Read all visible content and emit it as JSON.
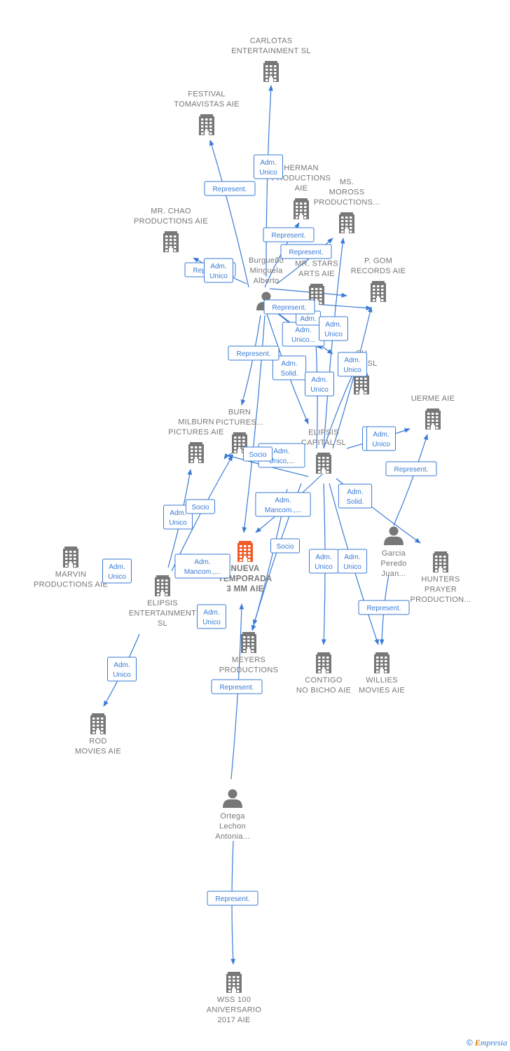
{
  "colors": {
    "edge": "#3a7bd5",
    "company": "#777777",
    "main_company": "#f05a28",
    "person": "#777777"
  },
  "nodes": [
    {
      "id": "carlotas",
      "kind": "company",
      "lines": [
        "CARLOTAS",
        "ENTERTAINMENT SL"
      ]
    },
    {
      "id": "festival",
      "kind": "company",
      "lines": [
        "FESTIVAL",
        "TOMAVISTAS AIE"
      ]
    },
    {
      "id": "herman",
      "kind": "company",
      "lines": [
        "HERMAN",
        "PRODUCTIONS",
        "AIE"
      ]
    },
    {
      "id": "moross",
      "kind": "company",
      "lines": [
        "MS.",
        "MOROSS",
        "PRODUCTIONS..."
      ]
    },
    {
      "id": "chao",
      "kind": "company",
      "lines": [
        "MR.  CHAO",
        "PRODUCTIONS AIE"
      ]
    },
    {
      "id": "burgueno",
      "kind": "person",
      "lines": [
        "Burgueño",
        "Minguela",
        "Alberto"
      ]
    },
    {
      "id": "gom",
      "kind": "company",
      "lines": [
        "P.  GOM",
        "RECORDS  AIE"
      ]
    },
    {
      "id": "stars",
      "kind": "company",
      "lines": [
        "MR.  STARS",
        "ARTS  AIE"
      ]
    },
    {
      "id": "chsl",
      "kind": "company",
      "lines": [
        "CH",
        "M...N  SL"
      ]
    },
    {
      "id": "uerme",
      "kind": "company",
      "lines": [
        "UERME AIE"
      ]
    },
    {
      "id": "milburn",
      "kind": "company",
      "lines": [
        "MILBURN",
        "PICTURES  AIE"
      ]
    },
    {
      "id": "burn",
      "kind": "company",
      "lines": [
        "BURN",
        "PICTURES..."
      ]
    },
    {
      "id": "elipsis_capital",
      "kind": "company",
      "lines": [
        "ELIPSIS",
        "CAPITAL  SL"
      ]
    },
    {
      "id": "garcia",
      "kind": "person",
      "lines": [
        "Garcia",
        "Peredo",
        "Juan..."
      ]
    },
    {
      "id": "hunters",
      "kind": "company",
      "lines": [
        "HUNTERS",
        "PRAYER",
        "PRODUCTION..."
      ]
    },
    {
      "id": "marvin",
      "kind": "company",
      "lines": [
        "MARVIN",
        "PRODUCTIONS AIE"
      ]
    },
    {
      "id": "nueva",
      "kind": "main",
      "lines": [
        "NUEVA",
        "TEMPORADA",
        "3 MM AIE"
      ]
    },
    {
      "id": "elipsis_ent",
      "kind": "company",
      "lines": [
        "ELIPSIS",
        "ENTERTAINMENT",
        "SL"
      ]
    },
    {
      "id": "meyers",
      "kind": "company",
      "lines": [
        "MEYERS",
        "PRODUCTIONS"
      ]
    },
    {
      "id": "contigo",
      "kind": "company",
      "lines": [
        "CONTIGO",
        "NO BICHO  AIE"
      ]
    },
    {
      "id": "willies",
      "kind": "company",
      "lines": [
        "WILLIES",
        "MOVIES  AIE"
      ]
    },
    {
      "id": "rod",
      "kind": "company",
      "lines": [
        "ROD",
        "MOVIES  AIE"
      ]
    },
    {
      "id": "ortega",
      "kind": "person",
      "lines": [
        "Ortega",
        "Lechon",
        "Antonia..."
      ]
    },
    {
      "id": "wss",
      "kind": "company",
      "lines": [
        "WSS 100",
        "ANIVERSARIO",
        "2017 AIE"
      ]
    }
  ],
  "edge_labels": [
    {
      "lines": [
        "Adm.",
        "Unico"
      ]
    },
    {
      "lines": [
        "Represent."
      ]
    },
    {
      "lines": [
        "Represent."
      ]
    },
    {
      "lines": [
        "Represent."
      ]
    },
    {
      "lines": [
        "Adm.",
        "Unico"
      ]
    },
    {
      "lines": [
        "Represent."
      ]
    },
    {
      "lines": [
        "Adm.",
        "Unico..."
      ]
    },
    {
      "lines": [
        "Adm."
      ]
    },
    {
      "lines": [
        "Adm.",
        "Unico"
      ]
    },
    {
      "lines": [
        "Represent."
      ]
    },
    {
      "lines": [
        "Adm.",
        "Solid."
      ]
    },
    {
      "lines": [
        "Adm.",
        "Unico"
      ]
    },
    {
      "lines": [
        "Adm.",
        "Unico"
      ]
    },
    {
      "lines": [
        "Represent."
      ]
    },
    {
      "lines": [
        "Adm.",
        "Unico,..."
      ]
    },
    {
      "lines": [
        "Socio"
      ]
    },
    {
      "lines": [
        "Adm.",
        "Unico"
      ]
    },
    {
      "lines": [
        "Represent."
      ]
    },
    {
      "lines": [
        "Adm.",
        "Solid."
      ]
    },
    {
      "lines": [
        "Adm.",
        "Unico"
      ]
    },
    {
      "lines": [
        "Adm.",
        "Mancom.,..."
      ]
    },
    {
      "lines": [
        "Socio"
      ]
    },
    {
      "lines": [
        "Adm.",
        "Unico"
      ]
    },
    {
      "lines": [
        "Socio"
      ]
    },
    {
      "lines": [
        "Adm.",
        "Unico"
      ]
    },
    {
      "lines": [
        "Adm.",
        "Mancom.,..."
      ]
    },
    {
      "lines": [
        "Adm.",
        "Unico"
      ]
    },
    {
      "lines": [
        "Adm.",
        "Unico"
      ]
    },
    {
      "lines": [
        "Adm.",
        "Unico"
      ]
    },
    {
      "lines": [
        "Adm.",
        "Unico"
      ]
    },
    {
      "lines": [
        "Represent."
      ]
    },
    {
      "lines": [
        "Represent."
      ]
    },
    {
      "lines": [
        "Represent."
      ]
    }
  ],
  "brand": {
    "copyright": "©",
    "e": "E",
    "name": "mpresia"
  }
}
